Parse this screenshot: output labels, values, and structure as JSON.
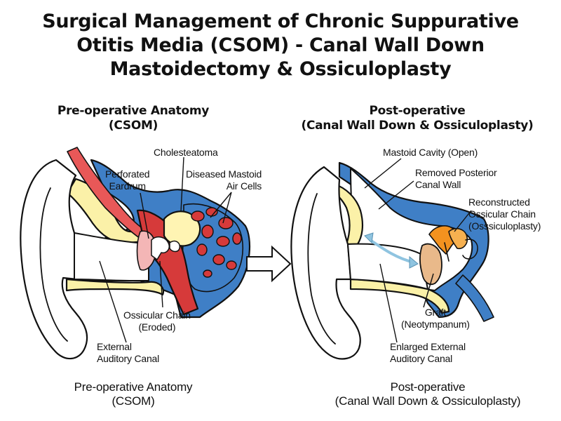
{
  "title": {
    "line1": "Surgical Management of Chronic Suppurative",
    "line2": "Otitis Media (CSOM) - Canal Wall Down",
    "line3": "Mastoidectomy & Ossiculoplasty"
  },
  "left_panel": {
    "heading_line1": "Pre-operative Anatomy",
    "heading_line2": "(CSOM)",
    "labels": {
      "cholesteatoma": "Cholesteatoma",
      "perforated_l1": "Perforated",
      "perforated_l2": "Eardrum",
      "mastoid_l1": "Diseased Mastoid",
      "mastoid_l2": "Air Cells",
      "ossicular_l1": "Ossicular Chain",
      "ossicular_l2": "(Eroded)",
      "canal_l1": "External",
      "canal_l2": "Auditory Canal"
    },
    "caption_line1": "Pre-operative Anatomy",
    "caption_line2": "(CSOM)"
  },
  "right_panel": {
    "heading_line1": "Post-operative",
    "heading_line2": "(Canal Wall Down & Ossiculoplasty)",
    "labels": {
      "cavity": "Mastoid Cavity (Open)",
      "removed_l1": "Removed Posterior",
      "removed_l2": "Canal Wall",
      "recon_l1": "Reconstructed",
      "recon_l2": "Ossicular Chain",
      "recon_l3": "(Osssiculoplasty)",
      "graft_l1": "Graft",
      "graft_l2": "(Neotympanum)",
      "enlarged_l1": "Enlarged External",
      "enlarged_l2": "Auditory Canal"
    },
    "caption_line1": "Post-operative",
    "caption_line2": "(Canal Wall Down & Ossiculoplasty)"
  },
  "colors": {
    "bone": "#3f7fc6",
    "yellow_tissue": "#fbf1a8",
    "disease_red": "#d63a3a",
    "vessel_red": "#e85858",
    "ossicle_orange": "#f3921f",
    "graft_tan": "#e9b98a",
    "arrow_blue": "#8fc4e0"
  }
}
